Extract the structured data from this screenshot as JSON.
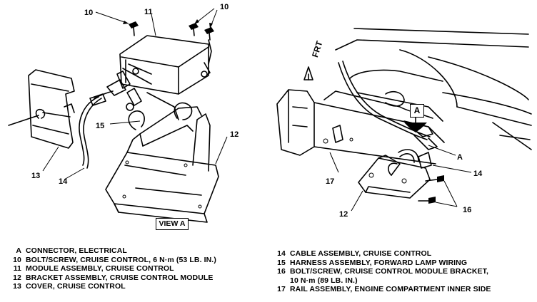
{
  "callouts": {
    "c10a": "10",
    "c11": "11",
    "c10b": "10",
    "c15": "15",
    "c12a": "12",
    "c13": "13",
    "c14a": "14",
    "c12b": "12",
    "c17": "17",
    "c14b": "14",
    "c16": "16",
    "cA": "A"
  },
  "view_label": "VIEW A",
  "view_marker": "A",
  "direction_label": "FRT",
  "legend_left": [
    {
      "key": "A",
      "text": "CONNECTOR, ELECTRICAL"
    },
    {
      "key": "10",
      "text": "BOLT/SCREW, CRUISE CONTROL, 6 N·m (53 LB. IN.)"
    },
    {
      "key": "11",
      "text": "MODULE ASSEMBLY, CRUISE CONTROL"
    },
    {
      "key": "12",
      "text": "BRACKET ASSEMBLY, CRUISE CONTROL MODULE"
    },
    {
      "key": "13",
      "text": "COVER, CRUISE CONTROL"
    }
  ],
  "legend_right": [
    {
      "key": "14",
      "text": "CABLE ASSEMBLY, CRUISE CONTROL"
    },
    {
      "key": "15",
      "text": "HARNESS ASSEMBLY, FORWARD LAMP WIRING"
    },
    {
      "key": "16",
      "text": "BOLT/SCREW, CRUISE CONTROL MODULE BRACKET,"
    },
    {
      "key": "",
      "text": "10 N·m (89 LB. IN.)"
    },
    {
      "key": "17",
      "text": "RAIL ASSEMBLY, ENGINE COMPARTMENT INNER SIDE"
    }
  ]
}
